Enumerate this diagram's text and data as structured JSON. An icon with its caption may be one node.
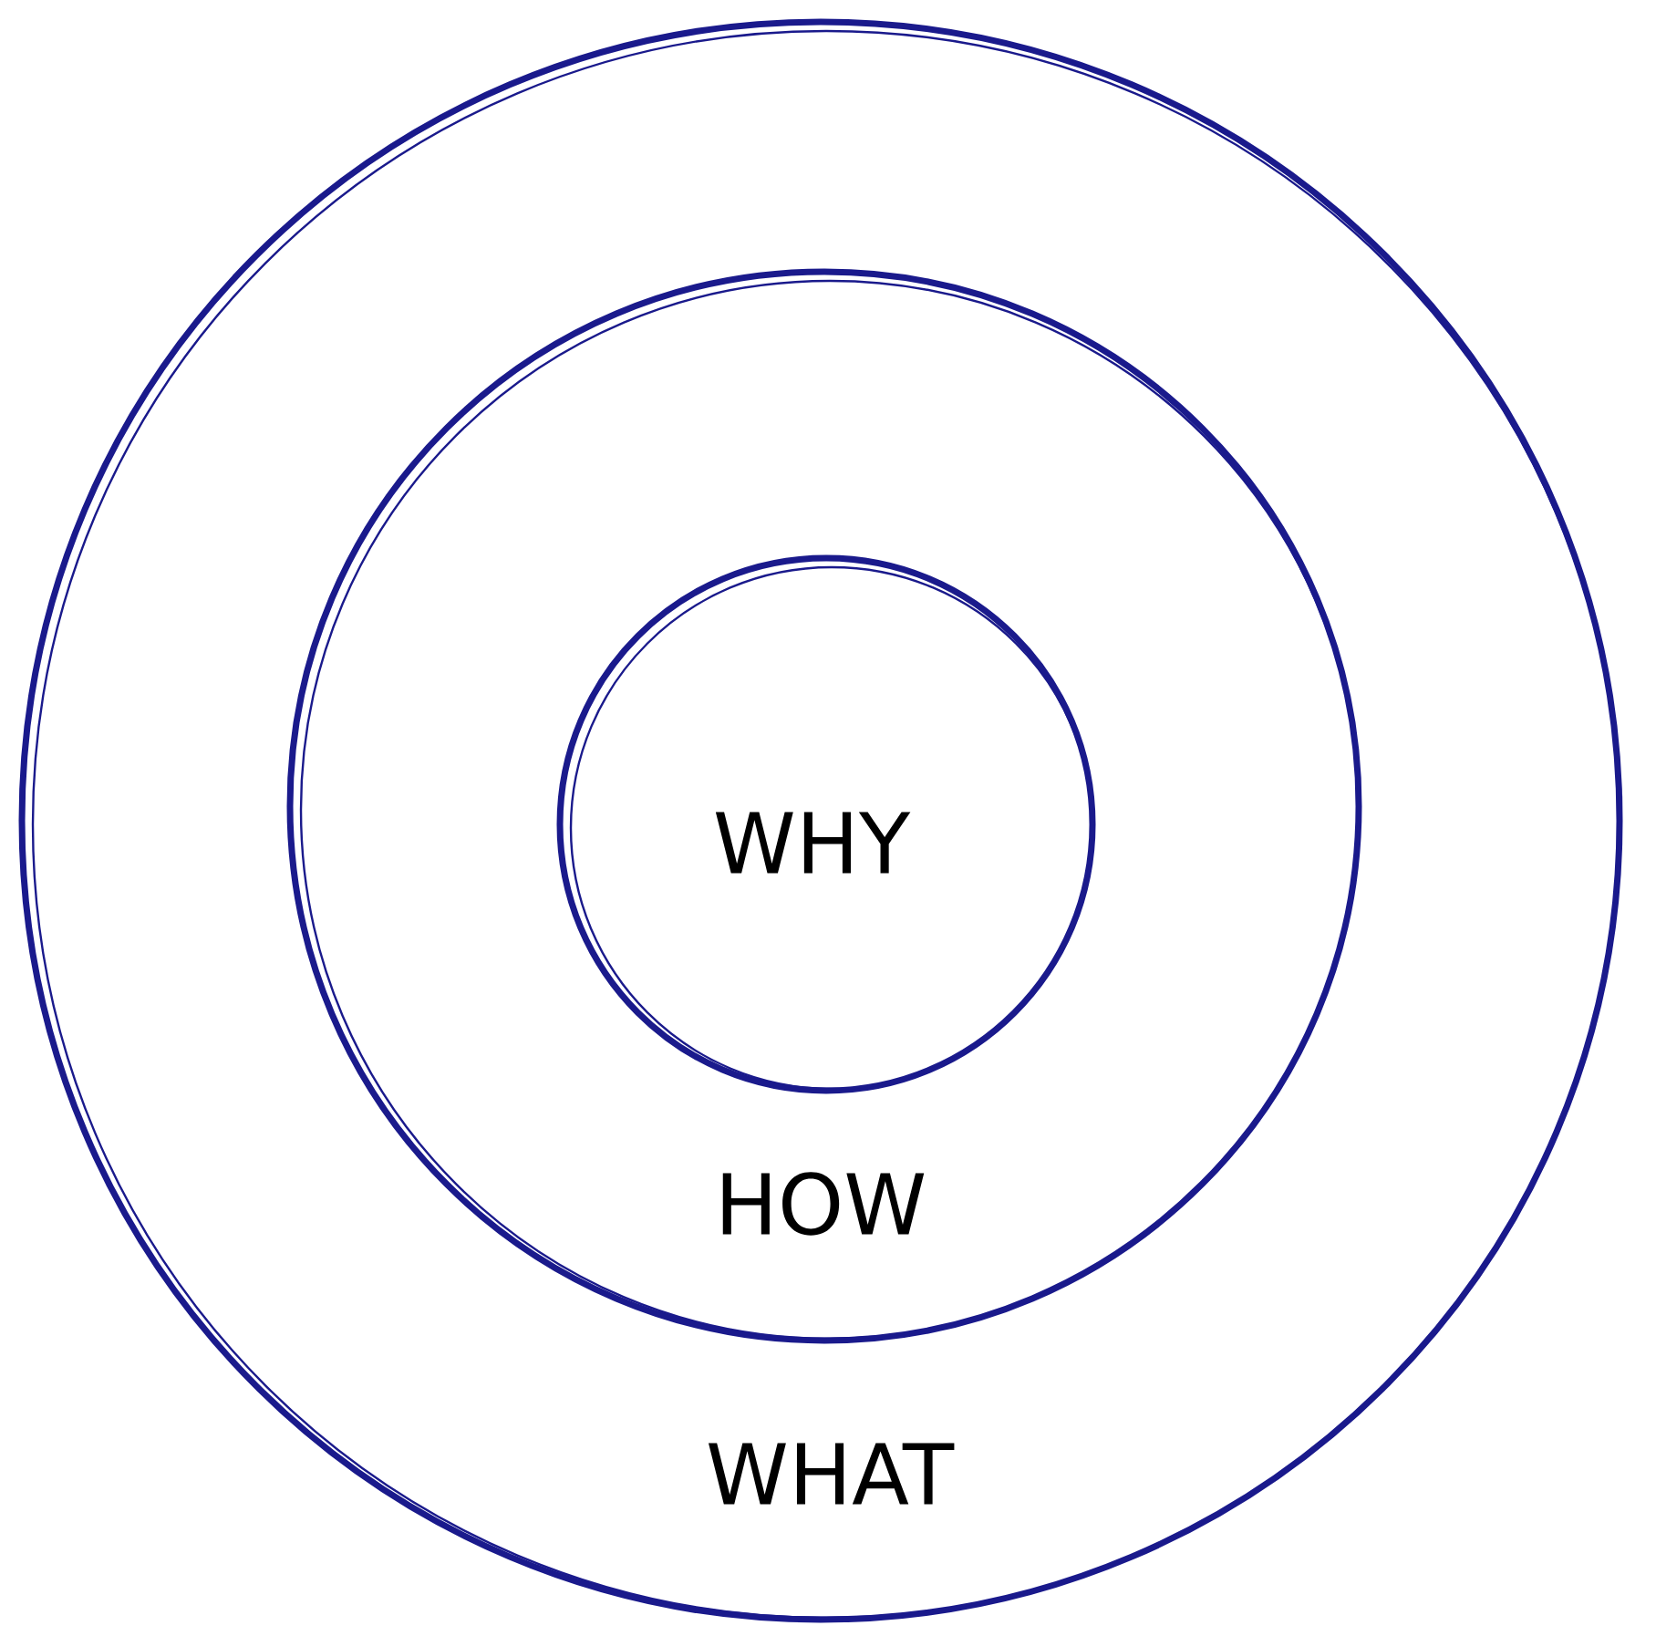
{
  "diagram": {
    "nodes": [
      {
        "text": [
          "WHAT"
        ]
      },
      {
        "text": [
          "HOW"
        ],
        "in": 0
      },
      {
        "text": [
          "WHY"
        ],
        "in": 1
      }
    ]
  }
}
